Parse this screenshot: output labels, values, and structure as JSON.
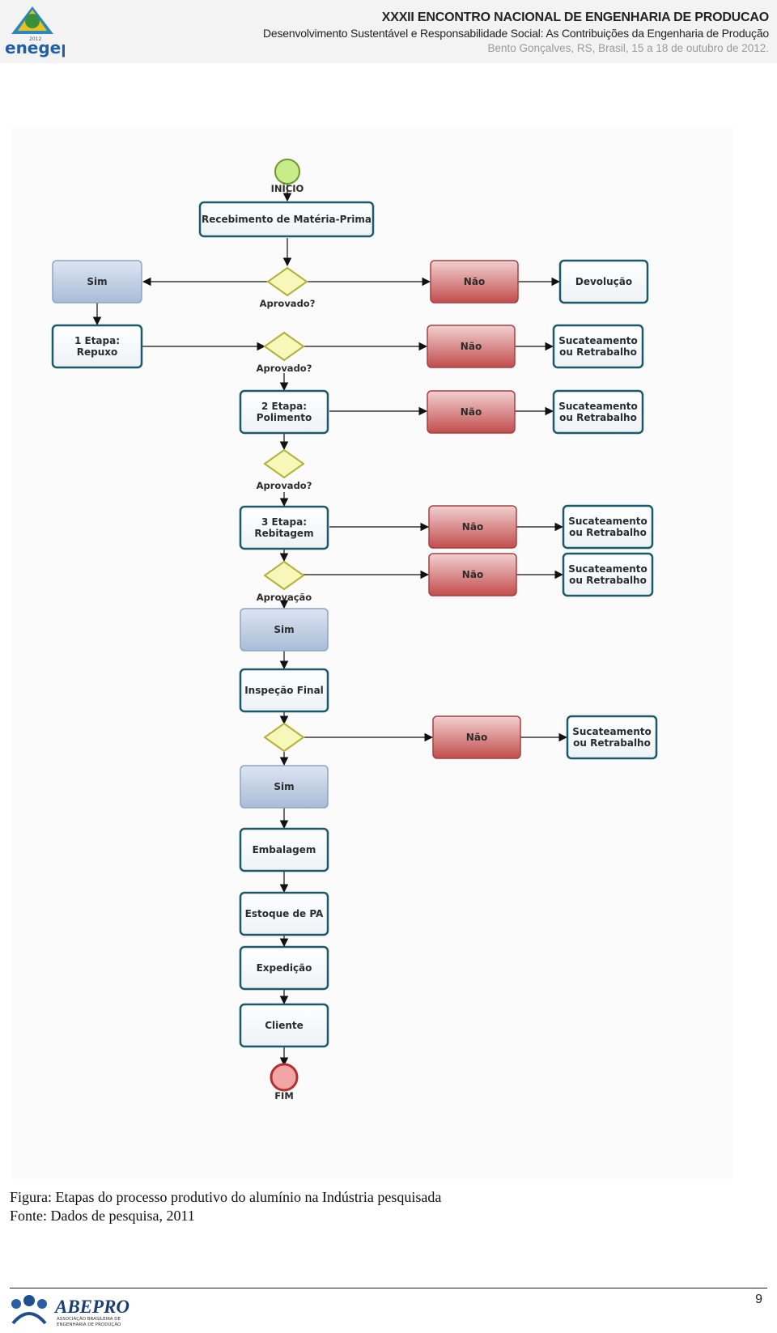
{
  "header": {
    "logo_text": "enegep",
    "logo_year": "2012",
    "title": "XXXII ENCONTRO NACIONAL DE ENGENHARIA DE PRODUCAO",
    "subtitle": "Desenvolvimento Sustentável e Responsabilidade Social: As Contribuições da Engenharia de Produção",
    "place": "Bento Gonçalves, RS, Brasil, 15 a 18 de outubro de 2012."
  },
  "flowchart": {
    "start": "INÍCIO",
    "receive": "Recebimento de Matéria-Prima",
    "approved_q": "Aprovado?",
    "approval": "Aprovação",
    "sim": "Sim",
    "nao": "Não",
    "devolucao": "Devolução",
    "sucateamento_1": "Sucateamento",
    "sucateamento_2": "ou Retrabalho",
    "stage1_a": "1 Etapa:",
    "stage1_b": "Repuxo",
    "stage2_a": "2  Etapa:",
    "stage2_b": "Polimento",
    "stage3_a": "3 Etapa:",
    "stage3_b": "Rebitagem",
    "inspection": "Inspeção Final",
    "packaging": "Embalagem",
    "stock": "Estoque de  PA",
    "shipping": "Expedição",
    "client": "Cliente",
    "end": "FIM"
  },
  "caption": {
    "figure": "Figura: Etapas do processo produtivo do alumínio na Indústria pesquisada",
    "source": "Fonte: Dados de pesquisa, 2011"
  },
  "footer": {
    "logo_text": "ABEPRO",
    "logo_sub_1": "ASSOCIAÇÃO BRASILEIRA DE",
    "logo_sub_2": "ENGENHARIA DE PRODUÇÃO",
    "page_number": "9"
  },
  "colors": {
    "node_border": "#1b5a6a",
    "sim_fill": "#c6d3e6",
    "nao_fill": "#c75a5a",
    "start_fill": "#c8ec8a",
    "end_fill": "#f2a5a5",
    "diamond_fill": "#f6f7b8",
    "diamond_border": "#b5b03a"
  }
}
